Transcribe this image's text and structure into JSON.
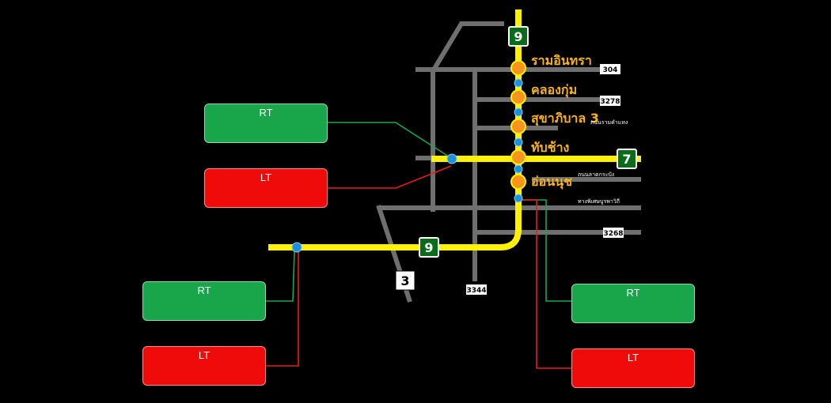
{
  "colors": {
    "background": "#000000",
    "local_road": "#6f6f6f",
    "highway": "#fff200",
    "station": "#f7941d",
    "camera": "#1e90d8",
    "rt_panel": "#19a64b",
    "lt_panel": "#f00b0b",
    "route_sign_bg": "#0a6b1a"
  },
  "route_shields": [
    {
      "label": "9",
      "style": "green"
    },
    {
      "label": "7",
      "style": "green"
    },
    {
      "label": "9",
      "style": "green"
    },
    {
      "label": "3",
      "style": "white"
    }
  ],
  "road_number_tags": [
    "304",
    "3278",
    "3268",
    "3344"
  ],
  "station_labels": [
    "รามอินทรา",
    "คลองกุ่ม",
    "สุขาภิบาล 3",
    "ทับช้าง",
    "อ่อนนุช"
  ],
  "small_road_labels": [
    "ถนนรามคำแหง",
    "ถนนลาดกระบัง",
    "ทางพิเศษบูรพาวิถี"
  ],
  "camera_panels": {
    "left_upper_rt": "RT",
    "left_upper_lt": "LT",
    "left_lower_rt": "RT",
    "left_lower_lt": "LT",
    "right_rt": "RT",
    "right_lt": "LT"
  }
}
